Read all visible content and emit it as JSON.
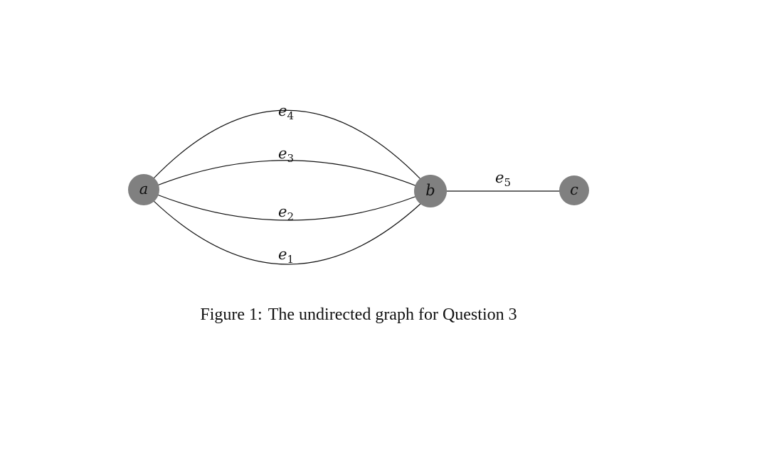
{
  "diagram": {
    "node_color": "#808080",
    "nodes": [
      {
        "id": "a",
        "label": "a"
      },
      {
        "id": "b",
        "label": "b"
      },
      {
        "id": "c",
        "label": "c"
      }
    ],
    "edges": [
      {
        "id": "e1",
        "from": "a",
        "to": "b",
        "letter": "e",
        "index": "1"
      },
      {
        "id": "e2",
        "from": "a",
        "to": "b",
        "letter": "e",
        "index": "2"
      },
      {
        "id": "e3",
        "from": "a",
        "to": "b",
        "letter": "e",
        "index": "3"
      },
      {
        "id": "e4",
        "from": "a",
        "to": "b",
        "letter": "e",
        "index": "4"
      },
      {
        "id": "e5",
        "from": "b",
        "to": "c",
        "letter": "e",
        "index": "5"
      }
    ]
  },
  "caption": {
    "figure_number": "Figure 1:",
    "text": "The undirected graph for Question 3"
  }
}
